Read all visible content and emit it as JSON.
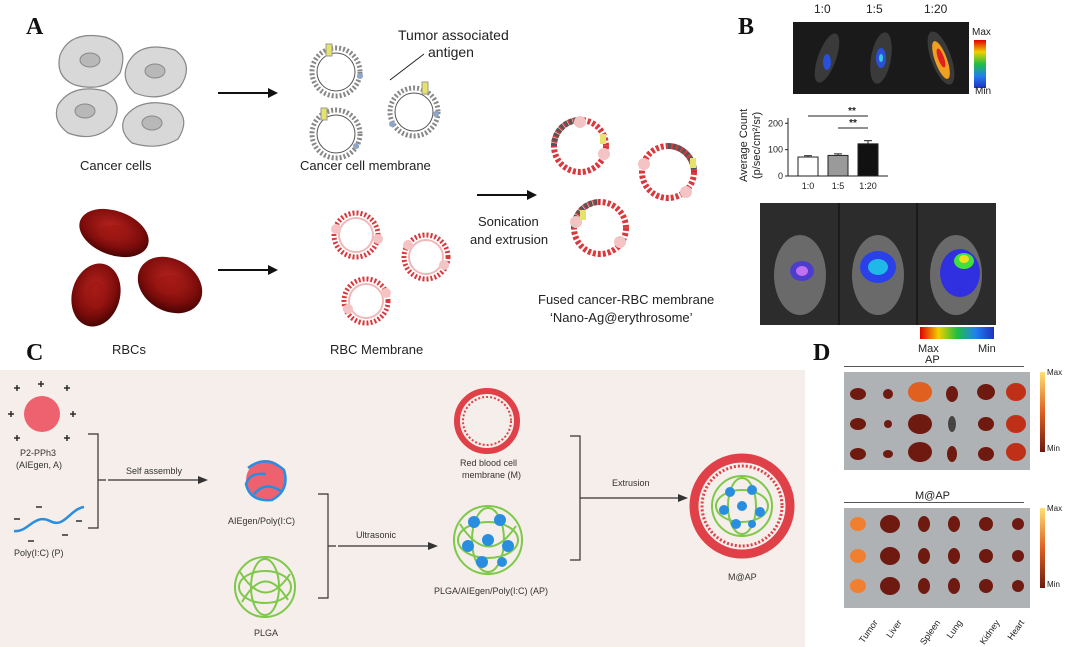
{
  "panels": {
    "a": {
      "letter": "A",
      "cancer_cells": "Cancer cells",
      "cancer_membrane": "Cancer cell membrane",
      "tumor_antigen_1": "Tumor associated",
      "tumor_antigen_2": "antigen",
      "rbcs": "RBCs",
      "rbc_membrane": "RBC Membrane",
      "sonication_1": "Sonication",
      "sonication_2": "and extrusion",
      "fused_1": "Fused cancer-RBC membrane",
      "fused_2": "‘Nano-Ag@erythrosome’"
    },
    "b": {
      "letter": "B",
      "ratios": [
        "1:0",
        "1:5",
        "1:20"
      ],
      "scale_max": "Max",
      "scale_min": "Min",
      "bottom_max": "Max",
      "bottom_min": "Min",
      "significance": [
        "**",
        "**"
      ]
    },
    "c": {
      "letter": "C",
      "p2": "P2-PPh3",
      "aiegen": "(AIEgen, A)",
      "polyic": "Poly(I:C) (P)",
      "self_assembly": "Self assembly",
      "aiegen_polyic": "AIEgen/Poly(I:C)",
      "plga": "PLGA",
      "ultrasonic": "Ultrasonic",
      "rbc_membrane_1": "Red blood cell",
      "rbc_membrane_2": "membrane (M)",
      "plga_ap": "PLGA/AIEgen/Poly(I:C) (AP)",
      "extrusion": "Extrusion",
      "map": "M@AP"
    },
    "d": {
      "letter": "D",
      "group1": "AP",
      "group2": "M@AP",
      "scale_max": "Max",
      "scale_min": "Min",
      "organs": [
        "Tumor",
        "Liver",
        "Spleen",
        "Lung",
        "Kidney",
        "Heart"
      ]
    }
  },
  "chart_data": {
    "type": "bar",
    "categories": [
      "1:0",
      "1:5",
      "1:20"
    ],
    "values": [
      72,
      78,
      122
    ],
    "errors": [
      5,
      6,
      12
    ],
    "ylabel": "Average Count\n(p/sec/cm²/sr)",
    "yticks": [
      0,
      100,
      200
    ],
    "ylim": [
      0,
      220
    ],
    "bar_colors": [
      "#ffffff",
      "#9a9a9a",
      "#111111"
    ]
  }
}
